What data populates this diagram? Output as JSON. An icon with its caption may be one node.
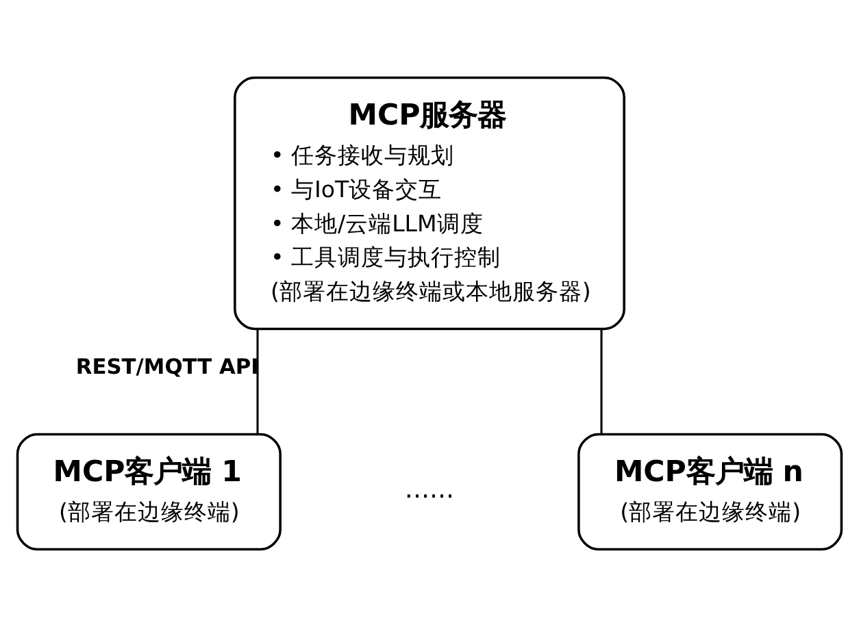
{
  "diagram": {
    "nodes": [
      {
        "text": [
          "MCP服务器",
          "• 任务接收与规划",
          "• 与IoT设备交互",
          "• 本地/云端LLM调度",
          "• 工具调度与执行控制",
          "(部署在边缘终端或本地服务器)"
        ]
      },
      {
        "text": [
          "MCP客户端 1",
          "(部署在边缘终端)"
        ]
      },
      {
        "text": [
          "MCP客户端 n",
          "(部署在边缘终端)"
        ]
      }
    ],
    "edges": [
      {
        "from": 0,
        "to": 1,
        "arrow": "none",
        "label": "REST/MQTT API"
      },
      {
        "from": 0,
        "to": 2,
        "arrow": "none"
      }
    ],
    "labels": [
      "......"
    ]
  }
}
